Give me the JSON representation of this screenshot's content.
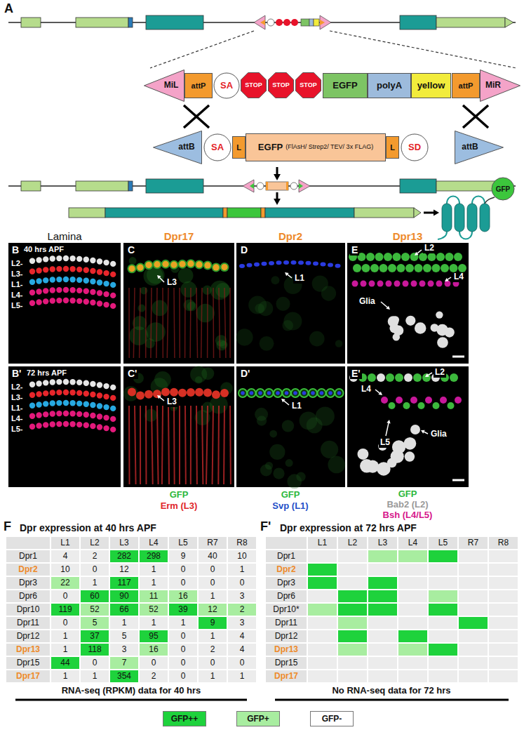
{
  "diagram": {
    "nodes": [
      {
        "text": [
          "MiL"
        ]
      },
      {
        "text": [
          "attP"
        ]
      },
      {
        "text": [
          "SA"
        ]
      },
      {
        "text": [
          "STOP"
        ]
      },
      {
        "text": [
          "STOP"
        ]
      },
      {
        "text": [
          "STOP"
        ]
      },
      {
        "text": [
          "EGFP"
        ]
      },
      {
        "text": [
          "polyA"
        ]
      },
      {
        "text": [
          "yellow"
        ]
      },
      {
        "text": [
          "attP"
        ]
      },
      {
        "text": [
          "MiR"
        ]
      },
      {
        "text": [
          "attB"
        ]
      },
      {
        "text": [
          "SA"
        ]
      },
      {
        "text": [
          "L"
        ]
      },
      {
        "text": [
          "EGFP",
          "(FlAsH/ Strep2/ TEV/ 3x FLAG)"
        ]
      },
      {
        "text": [
          "L"
        ]
      },
      {
        "text": [
          "SD"
        ]
      },
      {
        "text": [
          "attB"
        ]
      },
      {
        "text": [
          "GFP"
        ]
      }
    ],
    "labels": [
      "A",
      "Lamina",
      "Dpr17",
      "Dpr2",
      "Dpr13",
      "B",
      "40 hrs APF",
      "L2-",
      "L3-",
      "L1-",
      "L4-",
      "L5-",
      "C",
      "L3",
      "D",
      "L1",
      "E",
      "L2",
      "L4",
      "Glia",
      "B'",
      "72 hrs APF",
      "L2-",
      "L3-",
      "L1-",
      "L4-",
      "L5-",
      "C'",
      "L3",
      "D'",
      "L1",
      "E'",
      "L2",
      "L4",
      "L5",
      "Glia",
      "GFP",
      "Erm (L3)",
      "GFP",
      "Svp (L1)",
      "GFP",
      "Bab2 (L2)",
      "Bsh (L4/L5)",
      "F",
      "Dpr expression at 40 hrs APF",
      "L1",
      "L2",
      "L3",
      "L4",
      "L5",
      "R7",
      "R8",
      "Dpr1",
      "4",
      "2",
      "282",
      "298",
      "9",
      "40",
      "10",
      "Dpr2",
      "10",
      "0",
      "12",
      "1",
      "0",
      "0",
      "1",
      "Dpr3",
      "22",
      "1",
      "117",
      "1",
      "0",
      "0",
      "0",
      "Dpr6",
      "0",
      "60",
      "90",
      "11",
      "16",
      "1",
      "3",
      "Dpr10",
      "119",
      "52",
      "66",
      "52",
      "39",
      "12",
      "2",
      "Dpr11",
      "0",
      "5",
      "1",
      "1",
      "1",
      "9",
      "3",
      "Dpr12",
      "1",
      "37",
      "5",
      "95",
      "0",
      "1",
      "4",
      "Dpr13",
      "1",
      "118",
      "3",
      "16",
      "0",
      "2",
      "4",
      "Dpr15",
      "44",
      "0",
      "7",
      "0",
      "0",
      "0",
      "0",
      "Dpr17",
      "1",
      "1",
      "354",
      "2",
      "0",
      "1",
      "1",
      "F'",
      "Dpr expression at 72 hrs APF",
      "L1",
      "L2",
      "L3",
      "L4",
      "L5",
      "R7",
      "R8",
      "Dpr1",
      "Dpr2",
      "Dpr3",
      "Dpr6",
      "Dpr10*",
      "Dpr11",
      "Dpr12",
      "Dpr13",
      "Dpr15",
      "Dpr17",
      "RNA-seq (RPKM) data for 40 hrs",
      "No RNA-seq data for 72 hrs"
    ],
    "legend": [
      {
        "text": "GFP++",
        "color": "#1ed23c"
      },
      {
        "text": "GFP+",
        "color": "#a8eda0"
      },
      {
        "text": "GFP-",
        "color": "#ffffff"
      }
    ]
  }
}
